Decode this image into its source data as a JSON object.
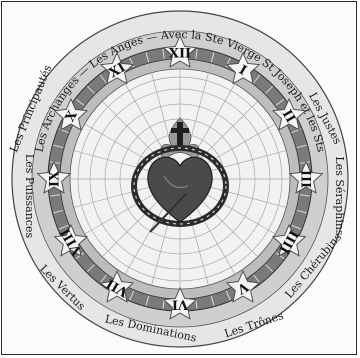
{
  "numerals": [
    "XII",
    "I",
    "II",
    "III",
    "IIII",
    "V",
    "VI",
    "VII",
    "VIII",
    "IX",
    "X",
    "XI"
  ],
  "ring_labels": [
    "Les Anges",
    "Avec la Ste Vierge St Joseph et les Sts",
    "Les Justes",
    "Les Séraphins",
    "Les Chérubins",
    "Les Trônes",
    "Les Dominations",
    "Les Vertus",
    "Les Puissances",
    "Les Principautés",
    "Les Archanges"
  ],
  "colors": {
    "outer_ring": "#d9d9d9",
    "dark_band": "#7a7a7a",
    "mid_band": "#bdbdbd",
    "star": "#f4f4f4",
    "heart": "#4a4a4a",
    "flame": "#9a9a9a",
    "thorns": "#2b2b2b"
  },
  "icons": [
    "cross-icon",
    "sacred-heart-icon",
    "crown-of-thorns-icon",
    "flame-icon",
    "star-icon"
  ]
}
